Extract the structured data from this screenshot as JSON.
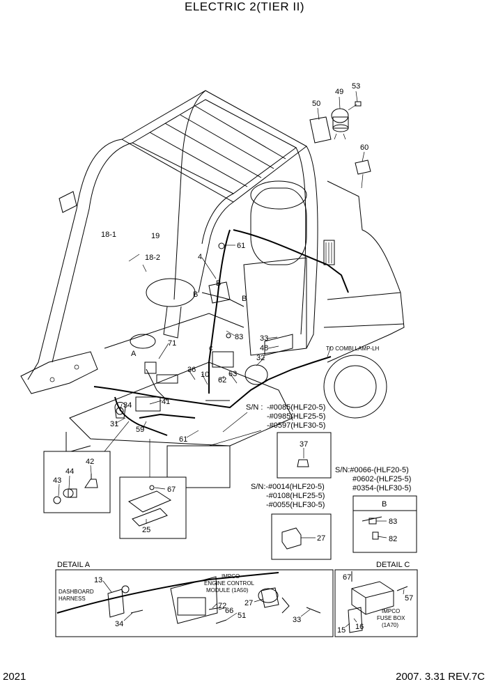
{
  "title": "ELECTRIC 2(TIER II)",
  "page_number": "2021",
  "revision": "2007. 3.31 REV.7C",
  "callouts": {
    "c49": "49",
    "c53": "53",
    "c50": "50",
    "c60": "60",
    "c61a": "61",
    "c4": "4",
    "c18_1": "18-1",
    "c19": "19",
    "c18_2": "18-2",
    "cB1": "B",
    "cB2": "B",
    "cB3": "B",
    "c71": "71",
    "cA": "A",
    "cC": "C",
    "c83": "83",
    "c33a": "33",
    "c48": "48",
    "c32": "32",
    "c36": "36",
    "c10": "10",
    "c62": "62",
    "c63": "63",
    "c34a": "34",
    "c41": "41",
    "c31": "31",
    "c59": "59",
    "c61b": "61",
    "c44": "44",
    "c42": "42",
    "c43": "43",
    "c67a": "67",
    "c25": "25",
    "c37": "37",
    "c27a": "27",
    "c13": "13",
    "c34b": "34",
    "c72": "72",
    "c66": "66",
    "c51": "51",
    "c27b": "27",
    "c33b": "33",
    "c67b": "67",
    "c57": "57",
    "c15": "15",
    "c16": "16",
    "boxB_title": "B",
    "c83b": "83",
    "c82": "82"
  },
  "notes": {
    "to_combi": "TO COMBI LAMP-LH",
    "sn1_label": "S/N :",
    "sn1_l1": "-#0085(HLF20-5)",
    "sn1_l2": "-#0985(HLF25-5)",
    "sn1_l3": "-#0597(HLF30-5)",
    "sn2_l1": "S/N:-#0014(HLF20-5)",
    "sn2_l2": "-#0108(HLF25-5)",
    "sn2_l3": "-#0055(HLF30-5)",
    "sn3_l1": "S/N:#0066-(HLF20-5)",
    "sn3_l2": "#0602-(HLF25-5)",
    "sn3_l3": "#0354-(HLF30-5)"
  },
  "details": {
    "detail_a": "DETAIL A",
    "detail_c": "DETAIL C",
    "dash_l1": "DASHBOARD",
    "dash_l2": "HARNESS",
    "impco_l1": "IMPCO",
    "impco_l2": "ENGINE CONTROL",
    "impco_l3": "MODULE (1A50)",
    "fuse_l1": "IMPCO",
    "fuse_l2": "FUSE BOX",
    "fuse_l3": "(1A70)"
  }
}
